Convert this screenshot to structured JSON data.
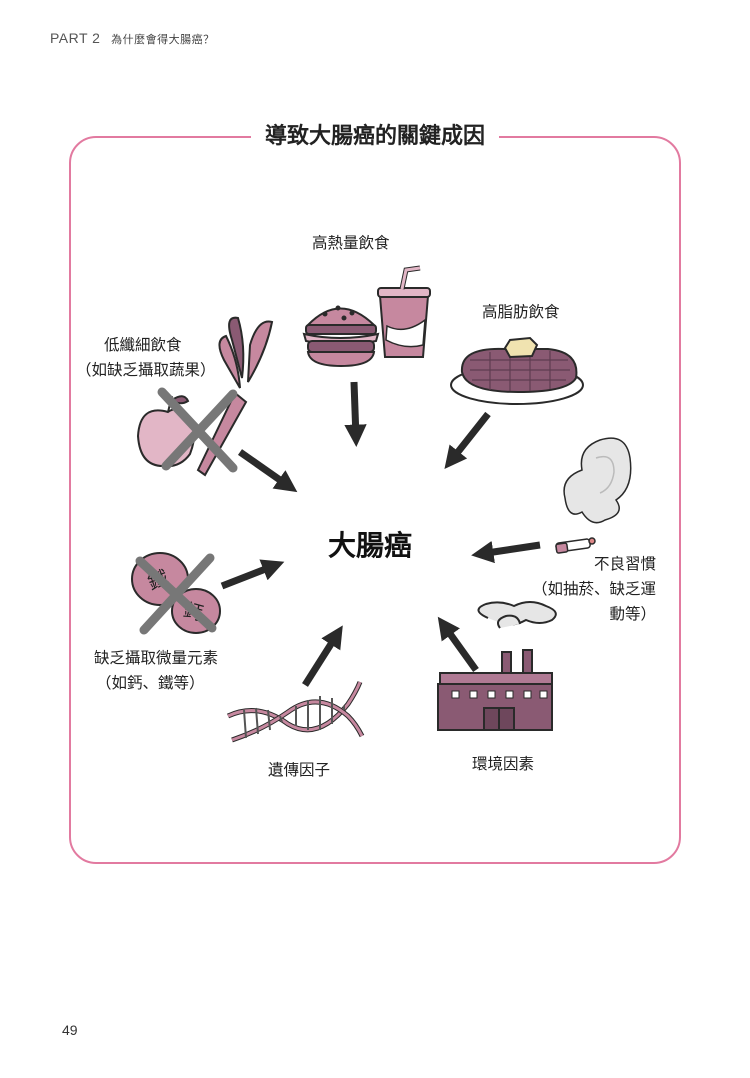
{
  "header": {
    "part": "PART 2",
    "chapter": "為什麼會得大腸癌？"
  },
  "diagram": {
    "title": "導致大腸癌的關鍵成因",
    "center": "大腸癌",
    "factors": {
      "high_calorie": {
        "label": "高熱量飲食",
        "icon": "burger-and-soda"
      },
      "high_fat": {
        "label": "高脂肪飲食",
        "icon": "steak"
      },
      "low_fiber": {
        "line1": "低纖細飲食",
        "line2": "（如缺乏攝取蔬果）",
        "icon": "crossed-out-fruit-vegetables"
      },
      "habits": {
        "line1": "不良習慣",
        "line2": "（如抽菸、缺乏運",
        "line3": "動等）",
        "icon": "cigarette-smoke"
      },
      "minerals": {
        "line1": "缺乏攝取微量元素",
        "line2": "（如鈣、鐵等）",
        "icon": "crossed-out-mineral-tablets",
        "tablet_labels": [
          "鐵",
          "鈣"
        ]
      },
      "genetic": {
        "label": "遺傳因子",
        "icon": "dna-helix"
      },
      "environment": {
        "label": "環境因素",
        "icon": "factory"
      }
    }
  },
  "colors": {
    "frame": "#e27aa0",
    "illustration": "#c6889f",
    "illustration_dark": "#8a5a73",
    "arrow": "#2a2a2a",
    "cross": "#777777"
  },
  "page_number": "49"
}
